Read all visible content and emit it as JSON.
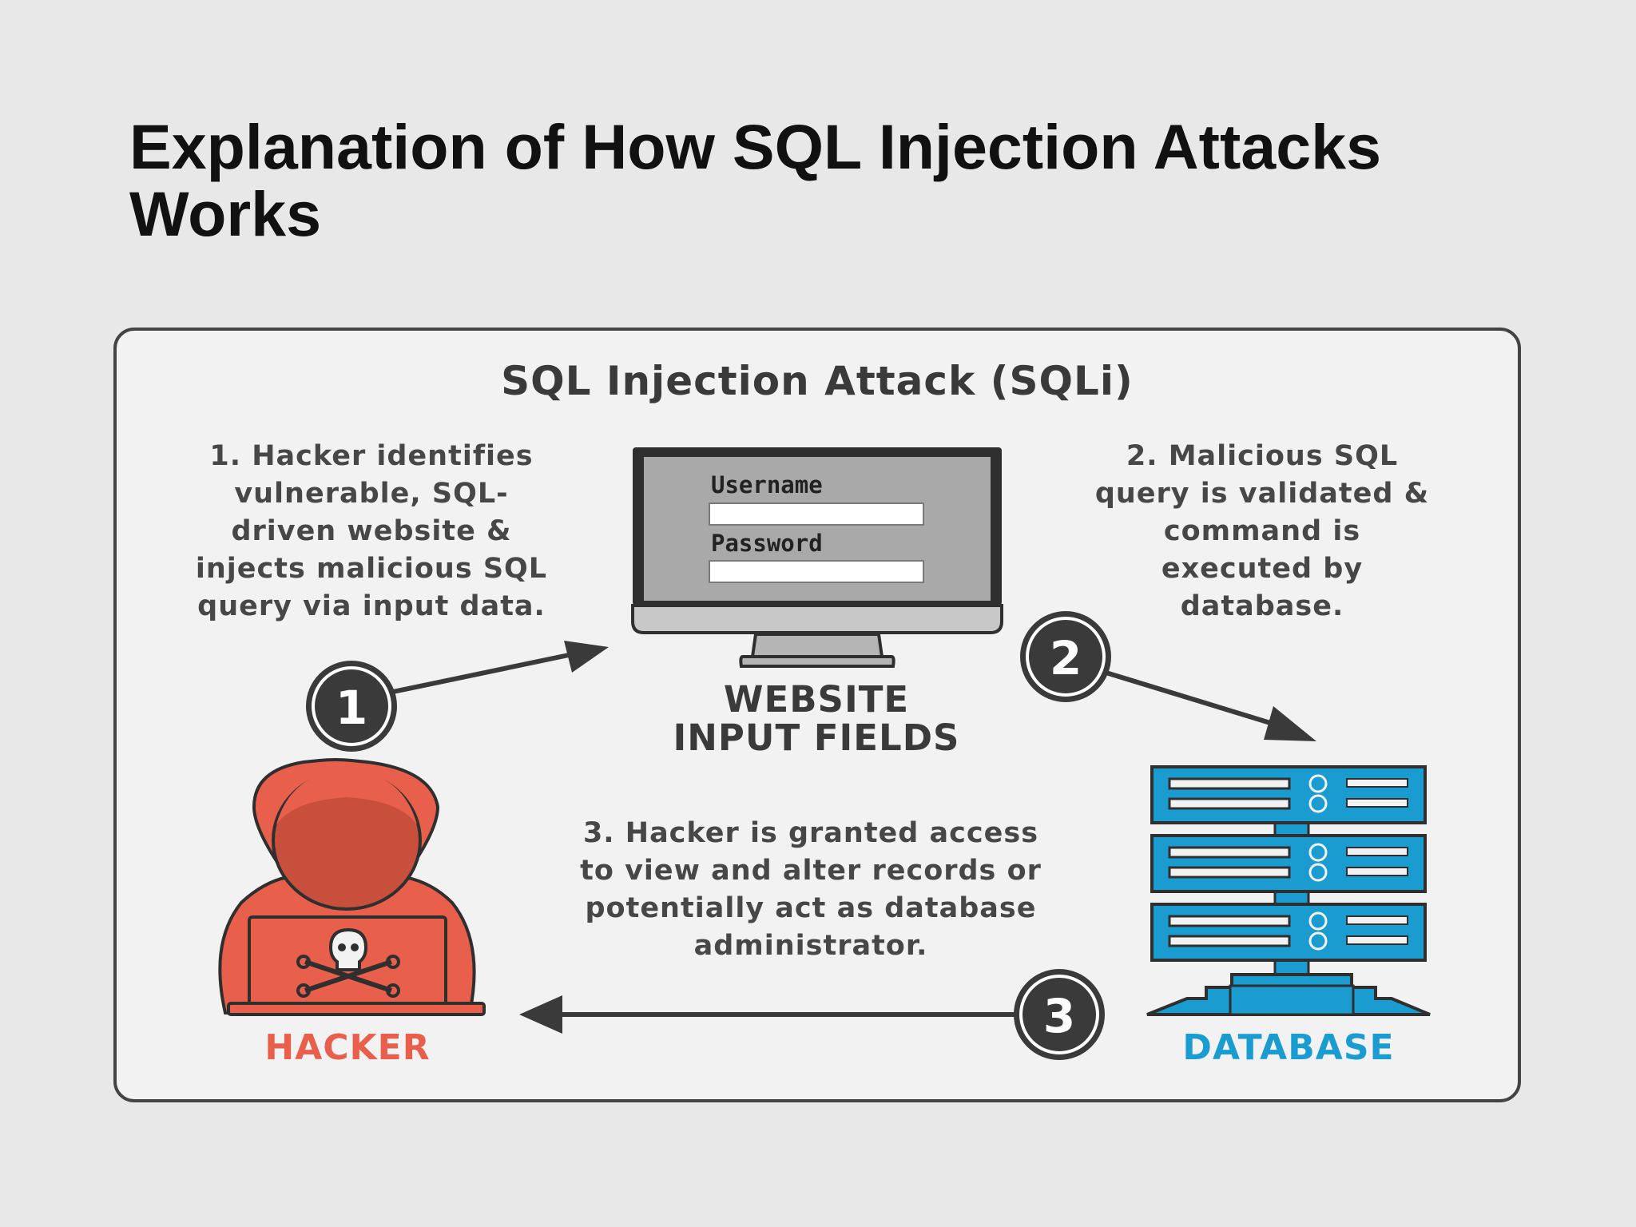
{
  "slide": {
    "title_lines": [
      "Explanation of How SQL Injection Attacks",
      "Works"
    ]
  },
  "diagram": {
    "title": "SQL Injection Attack (SQLi)",
    "step1": {
      "number": "1",
      "lines": [
        "1. Hacker identifies",
        "vulnerable, SQL-",
        "driven website &",
        "injects malicious SQL",
        "query via input data."
      ]
    },
    "step2": {
      "number": "2",
      "lines": [
        "2. Malicious SQL",
        "query is validated &",
        "command is",
        "executed by",
        "database."
      ]
    },
    "step3": {
      "number": "3",
      "lines": [
        "3. Hacker is granted access",
        "to view and alter records or",
        "potentially act as database",
        "administrator."
      ]
    },
    "website": {
      "label_lines": [
        "WEBSITE",
        "INPUT FIELDS"
      ],
      "username_label": "Username",
      "password_label": "Password"
    },
    "hacker": {
      "label": "HACKER",
      "color": "#e8604c"
    },
    "database": {
      "label": "DATABASE",
      "color": "#1a9cd0"
    }
  },
  "colors": {
    "background": "#e8e8e8",
    "panel": "#f2f2f2",
    "dark": "#3a3a3a",
    "hacker": "#e8604c",
    "database": "#1a9cd0"
  }
}
